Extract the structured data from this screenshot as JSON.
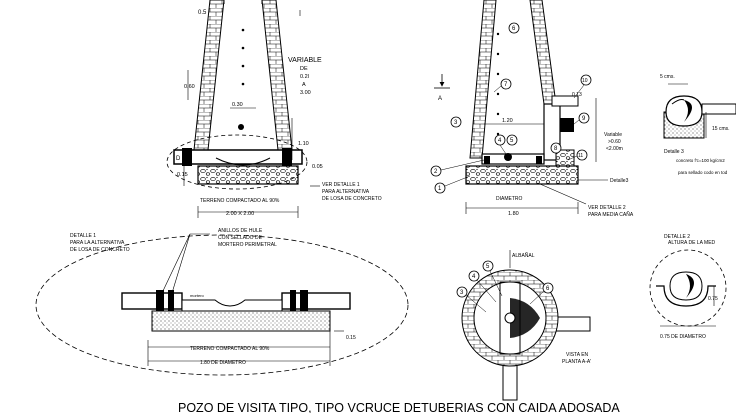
{
  "title": "POZO DE VISITA TIPO, TIPO VCRUCE DETUBERIAS CON CAIDA ADOSADA",
  "left_section": {
    "dim_top": "0.5",
    "variable": "VARIABLE",
    "de": "DE",
    "v1": "0.2l",
    "a": "A",
    "v2": "3.00",
    "dim_060": "0.60",
    "dim_030": "0.30",
    "dim_110": "1.10",
    "dim_015": "0.15",
    "dim_005": "0.05",
    "side_letter": "D",
    "terreno": "TERRENO COMPACTADO AL 90%",
    "base_dim": "2.00 X 2.00",
    "ver_detalle_1": [
      "VER DETALLE 1",
      "PARA ALTERNATIVA",
      "DE LOSA DE CONCRETO"
    ]
  },
  "detail_1": {
    "label": [
      "DETALLE 1",
      "PARA LA ALTERNATIVA",
      "DE LOSA DE CONCRETO"
    ],
    "anillos": [
      "ANILLOS DE HULE",
      "CON SELLADO DE",
      "MORTERO PERIMETRAL"
    ],
    "mortero": "mortero",
    "dim_015": "0.15",
    "terreno": "TERRENO COMPACTADO AL 90%",
    "diametro": "1.80 DE DIAMETRO"
  },
  "center_section": {
    "marker_a": "A",
    "dim_120": "1.20",
    "variable": [
      "Variable",
      ">0.60",
      "<2.00m"
    ],
    "diametro": "DIAMETRO",
    "dim_180": "1.80",
    "ver_detalle_2": [
      "VER DETALLE 2",
      "PARA MEDIA CAÑA"
    ],
    "detalle3": "Detalle3",
    "dim_013": "0.13",
    "callouts": [
      "1",
      "2",
      "3",
      "4",
      "5",
      "6",
      "7",
      "8",
      "9",
      "10",
      "11"
    ]
  },
  "plan_view": {
    "albanal": "ALBAÑAL",
    "vista": [
      "VISTA EN",
      "PLANTA A-A'"
    ],
    "callouts": [
      "3",
      "4",
      "5",
      "6"
    ]
  },
  "detail_3": {
    "dim_5cms": "5 cms.",
    "dim_15cms": "15 cms.",
    "label": "Detalle 3",
    "note1": "concreto f'c=100 kg/cm2",
    "note2": "para sellado codo en tod"
  },
  "detail_2": {
    "label": [
      "DETALLE 2",
      "ALTURA DE LA MED"
    ],
    "dim": "0.75 DE DIAMETRO",
    "side_dim": "0.75"
  }
}
